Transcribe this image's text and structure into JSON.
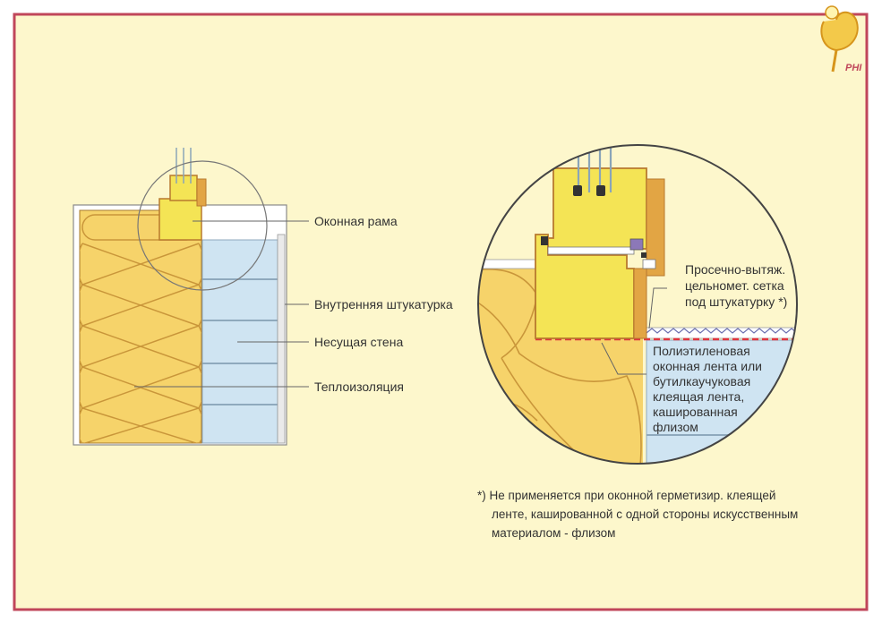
{
  "colors": {
    "page": "#ffffff",
    "panel": "#fdf7cc",
    "border": "#c0465a",
    "insulation": "#f6d36a",
    "insulation_line": "#cc9a35",
    "frame": "#f4e455",
    "frame_edge": "#b8792e",
    "wall": "#cfe4f2",
    "wall_line": "#8fa9bd",
    "plaster": "#f2f2f2",
    "leader": "#666666",
    "tape": "#e0353f",
    "logo": "#d6951c"
  },
  "logo": {
    "text": "PHI"
  },
  "overview": {
    "labels": {
      "frame": "Оконная рама",
      "plaster": "Внутренняя штукатурка",
      "wall": "Несущая стена",
      "insulation": "Теплоизоляция"
    }
  },
  "detail": {
    "mesh_label": [
      "Просечно-вытяж.",
      "цельномет. сетка",
      "под штукатурку *)"
    ],
    "tape_label": [
      "Полиэтиленовая",
      "оконная лента или",
      "бутилкаучуковая",
      "клеящая лента,",
      "кашированная",
      "флизом"
    ]
  },
  "footnote": [
    "*) Не применяется при оконной герметизир. клеящей",
    "ленте, кашированной с одной стороны искусственным",
    "материалом - флизом"
  ]
}
